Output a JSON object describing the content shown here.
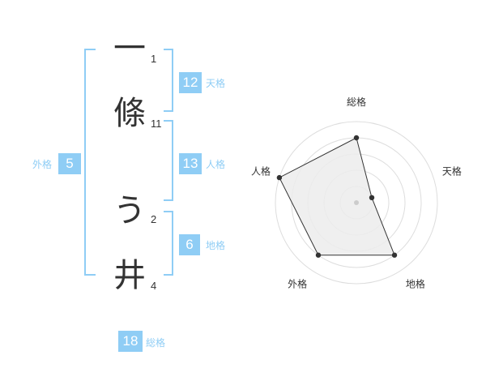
{
  "name": {
    "characters": [
      {
        "char": "一",
        "strokes": "1"
      },
      {
        "char": "條",
        "strokes": "11"
      },
      {
        "char": "う",
        "strokes": "2"
      },
      {
        "char": "井",
        "strokes": "4"
      }
    ]
  },
  "scores": {
    "tenkaku": {
      "value": "12",
      "label": "天格"
    },
    "jinkaku": {
      "value": "13",
      "label": "人格"
    },
    "chikaku": {
      "value": "6",
      "label": "地格"
    },
    "gaikaku": {
      "value": "5",
      "label": "外格"
    },
    "soukaku": {
      "value": "18",
      "label": "総格"
    }
  },
  "radar": {
    "axes": [
      "総格",
      "天格",
      "地格",
      "外格",
      "人格"
    ],
    "levels": 5,
    "values": [
      4,
      1,
      4,
      4,
      5
    ],
    "max": 5
  },
  "colors": {
    "accent": "#8fcdf5",
    "radar_fill": "#ececec",
    "radar_ring": "#dddddd",
    "radar_line": "#333333"
  }
}
